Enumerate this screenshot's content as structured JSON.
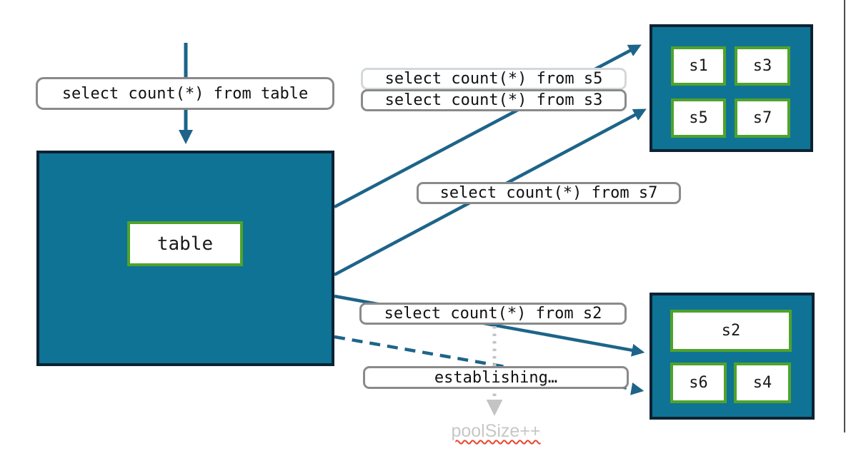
{
  "diagram": {
    "query_labels": {
      "from_table": "select count(*) from table",
      "from_s5": "select count(*) from s5",
      "from_s3": "select count(*) from s3",
      "from_s7": "select count(*) from s7",
      "from_s2": "select count(*) from s2",
      "establishing": "establishing…"
    },
    "table_node": {
      "label": "table"
    },
    "shard_group_top": {
      "shards": [
        "s1",
        "s3",
        "s5",
        "s7"
      ]
    },
    "shard_group_bottom": {
      "shards": [
        "s2",
        "s6",
        "s4"
      ]
    },
    "pool_note": "poolSize++",
    "colors": {
      "node_fill": "#0f7396",
      "node_border": "#0c2233",
      "shard_border": "#4fa32a",
      "arrow": "#1d6489",
      "callout_border": "#8a8a8a",
      "callout_border_faded": "#d3d8da",
      "muted_arrow": "#c4c4c4",
      "muted_text": "#c7c7c7",
      "squiggle": "#e8442e"
    }
  }
}
